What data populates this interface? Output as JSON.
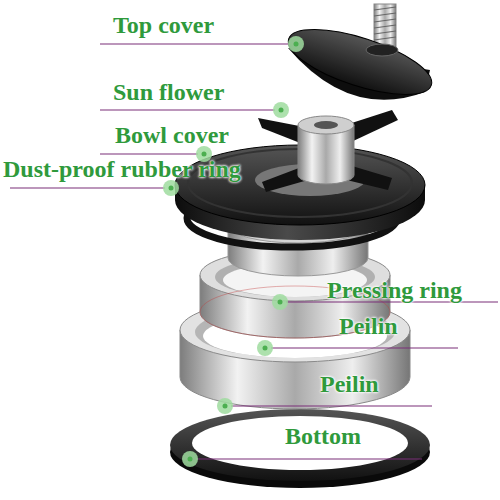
{
  "diagram": {
    "labels": [
      "Top cover",
      "Sun flower",
      "Bowl cover",
      "Dust-proof rubber ring",
      "Pressing ring",
      "Peilin",
      "Peilin",
      "Bottom"
    ]
  }
}
